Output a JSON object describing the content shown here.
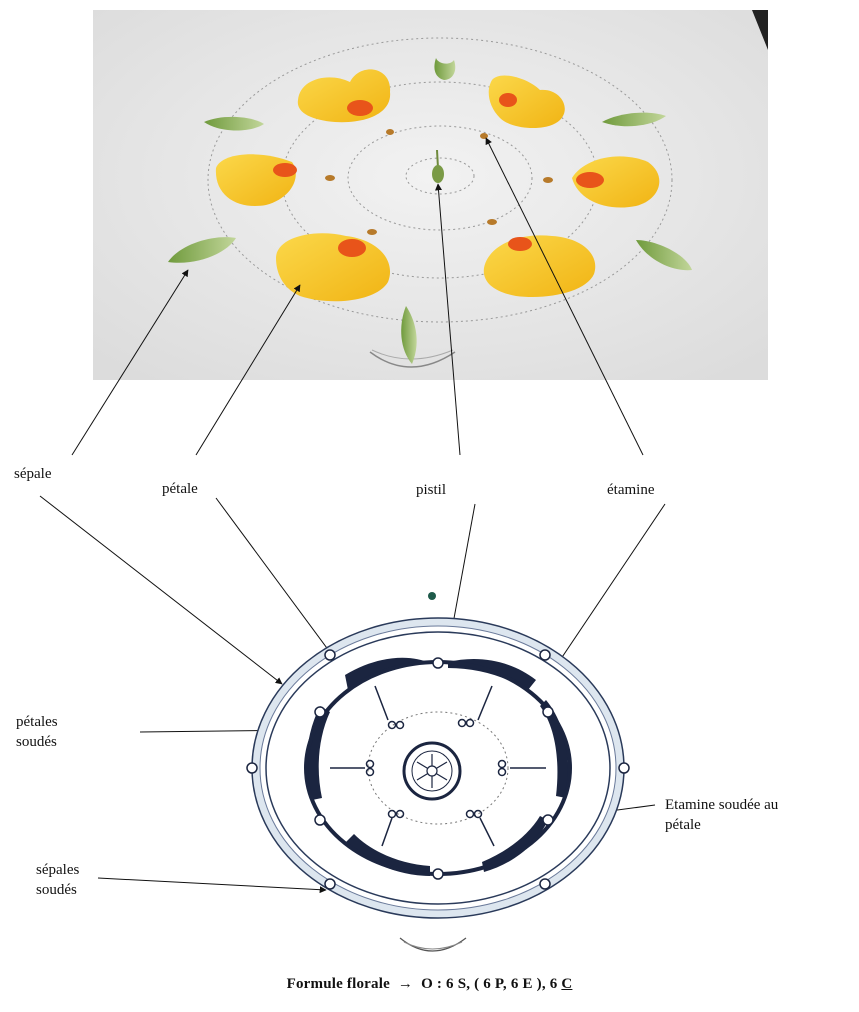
{
  "labels": {
    "sepale": "sépale",
    "petale": "pétale",
    "pistil": "pistil",
    "etamine": "étamine",
    "petales_soudes_1": "pétales",
    "petales_soudes_2": "soudés",
    "etamine_soudee_1": "Etamine soudée  au",
    "etamine_soudee_2": "pétale",
    "sepales_soudes_1": "sépales",
    "sepales_soudes_2": "soudés"
  },
  "formula": {
    "prefix": "Formule florale",
    "arrow": "→",
    "body": "O :  6 S, ( 6 P, 6 E ), 6",
    "underlined": "C"
  },
  "colors": {
    "petal_yellow": "#f6c11a",
    "petal_orange": "#e8541a",
    "sepal_green": "#8fae5a",
    "diagram_navy": "#1b2540",
    "sepal_light_blue": "#c9d7e4"
  }
}
